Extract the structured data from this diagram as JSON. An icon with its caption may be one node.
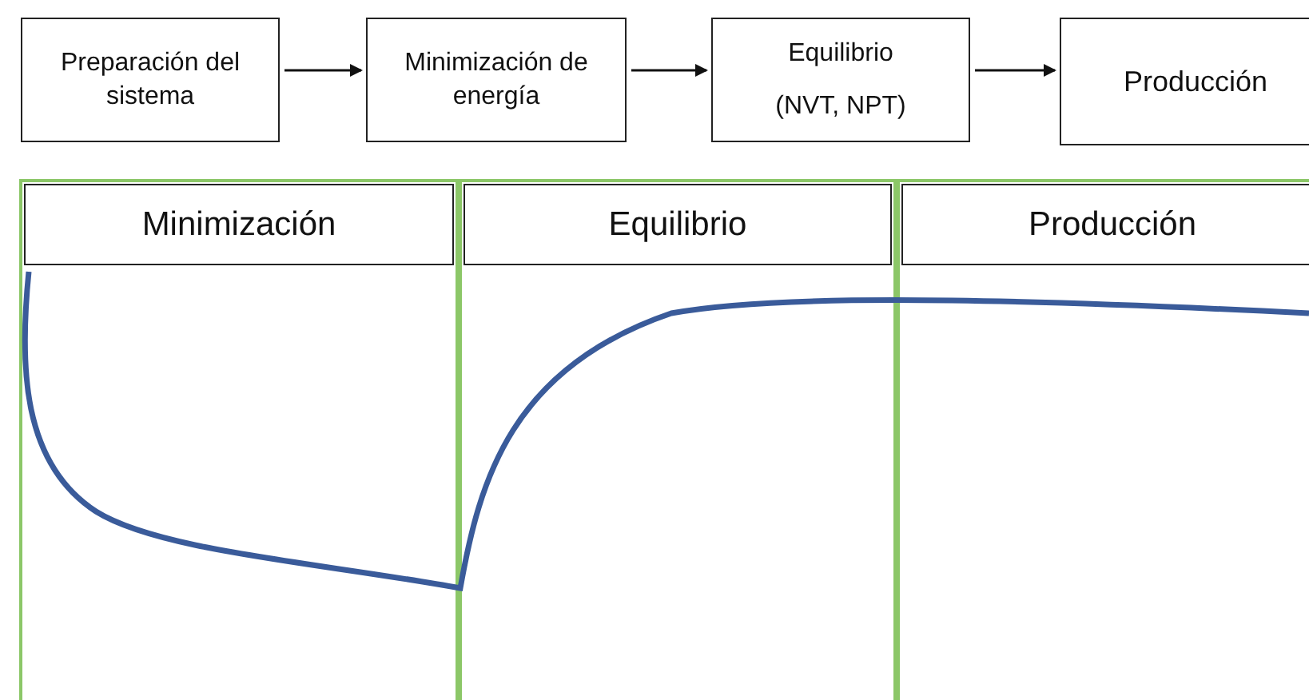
{
  "diagram": {
    "nodes": [
      {
        "text": [
          "Preparación del sistema"
        ]
      },
      {
        "text": [
          "Minimización de energía"
        ]
      },
      {
        "text": [
          "Equilibrio",
          "(NVT, NPT)"
        ]
      },
      {
        "text": [
          "Producción"
        ]
      },
      {
        "text": [
          "Minimización"
        ]
      },
      {
        "text": [
          "Equilibrio"
        ]
      },
      {
        "text": [
          "Producción"
        ]
      }
    ],
    "edges": [
      {
        "from": 0,
        "to": 1,
        "arrow": "to"
      },
      {
        "from": 1,
        "to": 2,
        "arrow": "to"
      },
      {
        "from": 2,
        "to": 3,
        "arrow": "to"
      }
    ]
  }
}
